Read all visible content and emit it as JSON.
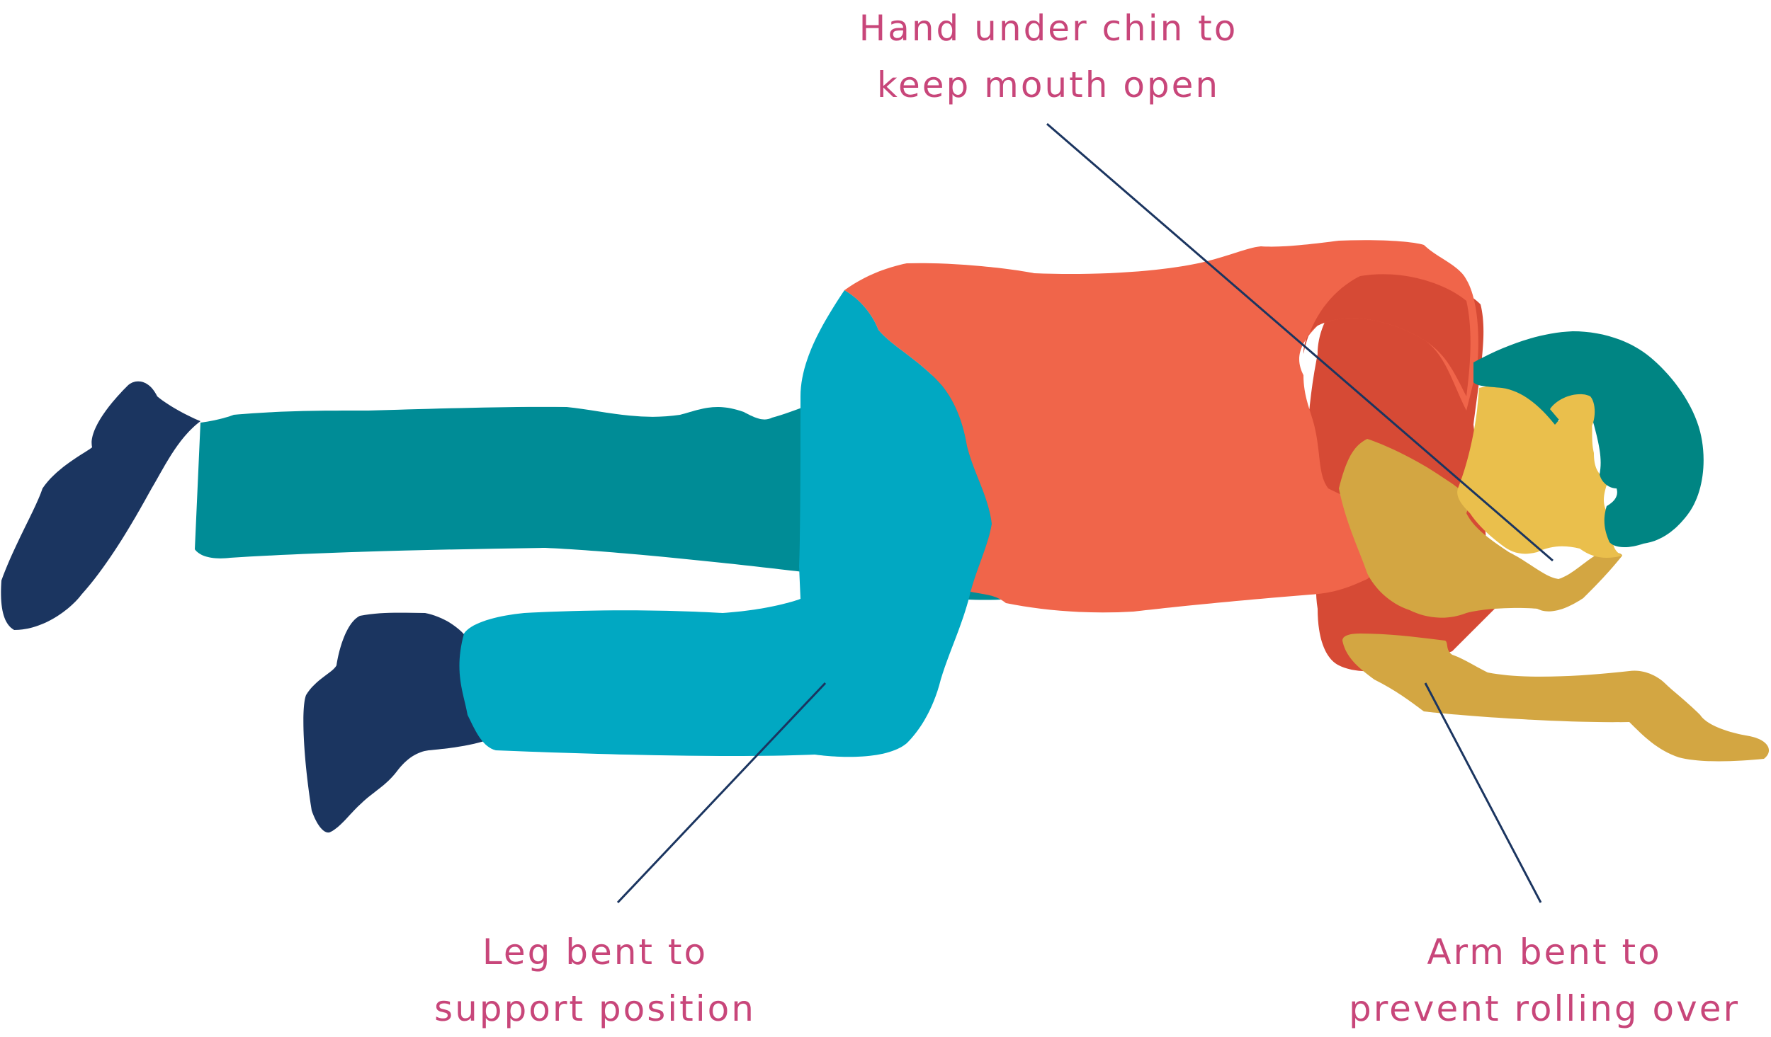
{
  "labels": {
    "chin": {
      "line1": "Hand under chin to",
      "line2": "keep mouth open"
    },
    "leg": {
      "line1": "Leg bent to",
      "line2": "support position"
    },
    "arm": {
      "line1": "Arm bent to",
      "line2": "prevent rolling over"
    }
  },
  "colors": {
    "label_text": "#c8467a",
    "leader_line": "#1b3560",
    "shoe": "#1b3560",
    "far_leg": "#008c96",
    "near_leg": "#01a8c2",
    "shirt": "#f0654a",
    "shirt_shadow": "#d64a35",
    "skin": "#eabf4c",
    "skin_shadow": "#d3a642",
    "hair": "#008583"
  }
}
